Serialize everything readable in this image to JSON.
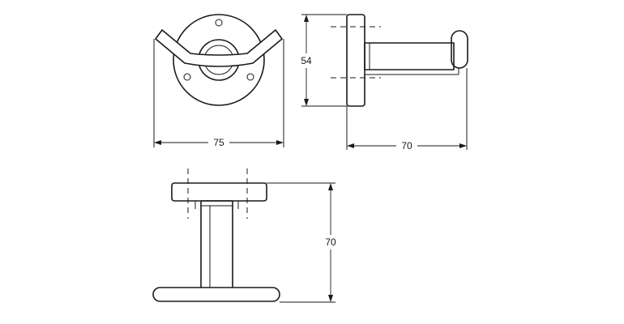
{
  "dimensions": {
    "front_width": "75",
    "side_height": "54",
    "side_depth": "70",
    "top_depth": "70"
  }
}
